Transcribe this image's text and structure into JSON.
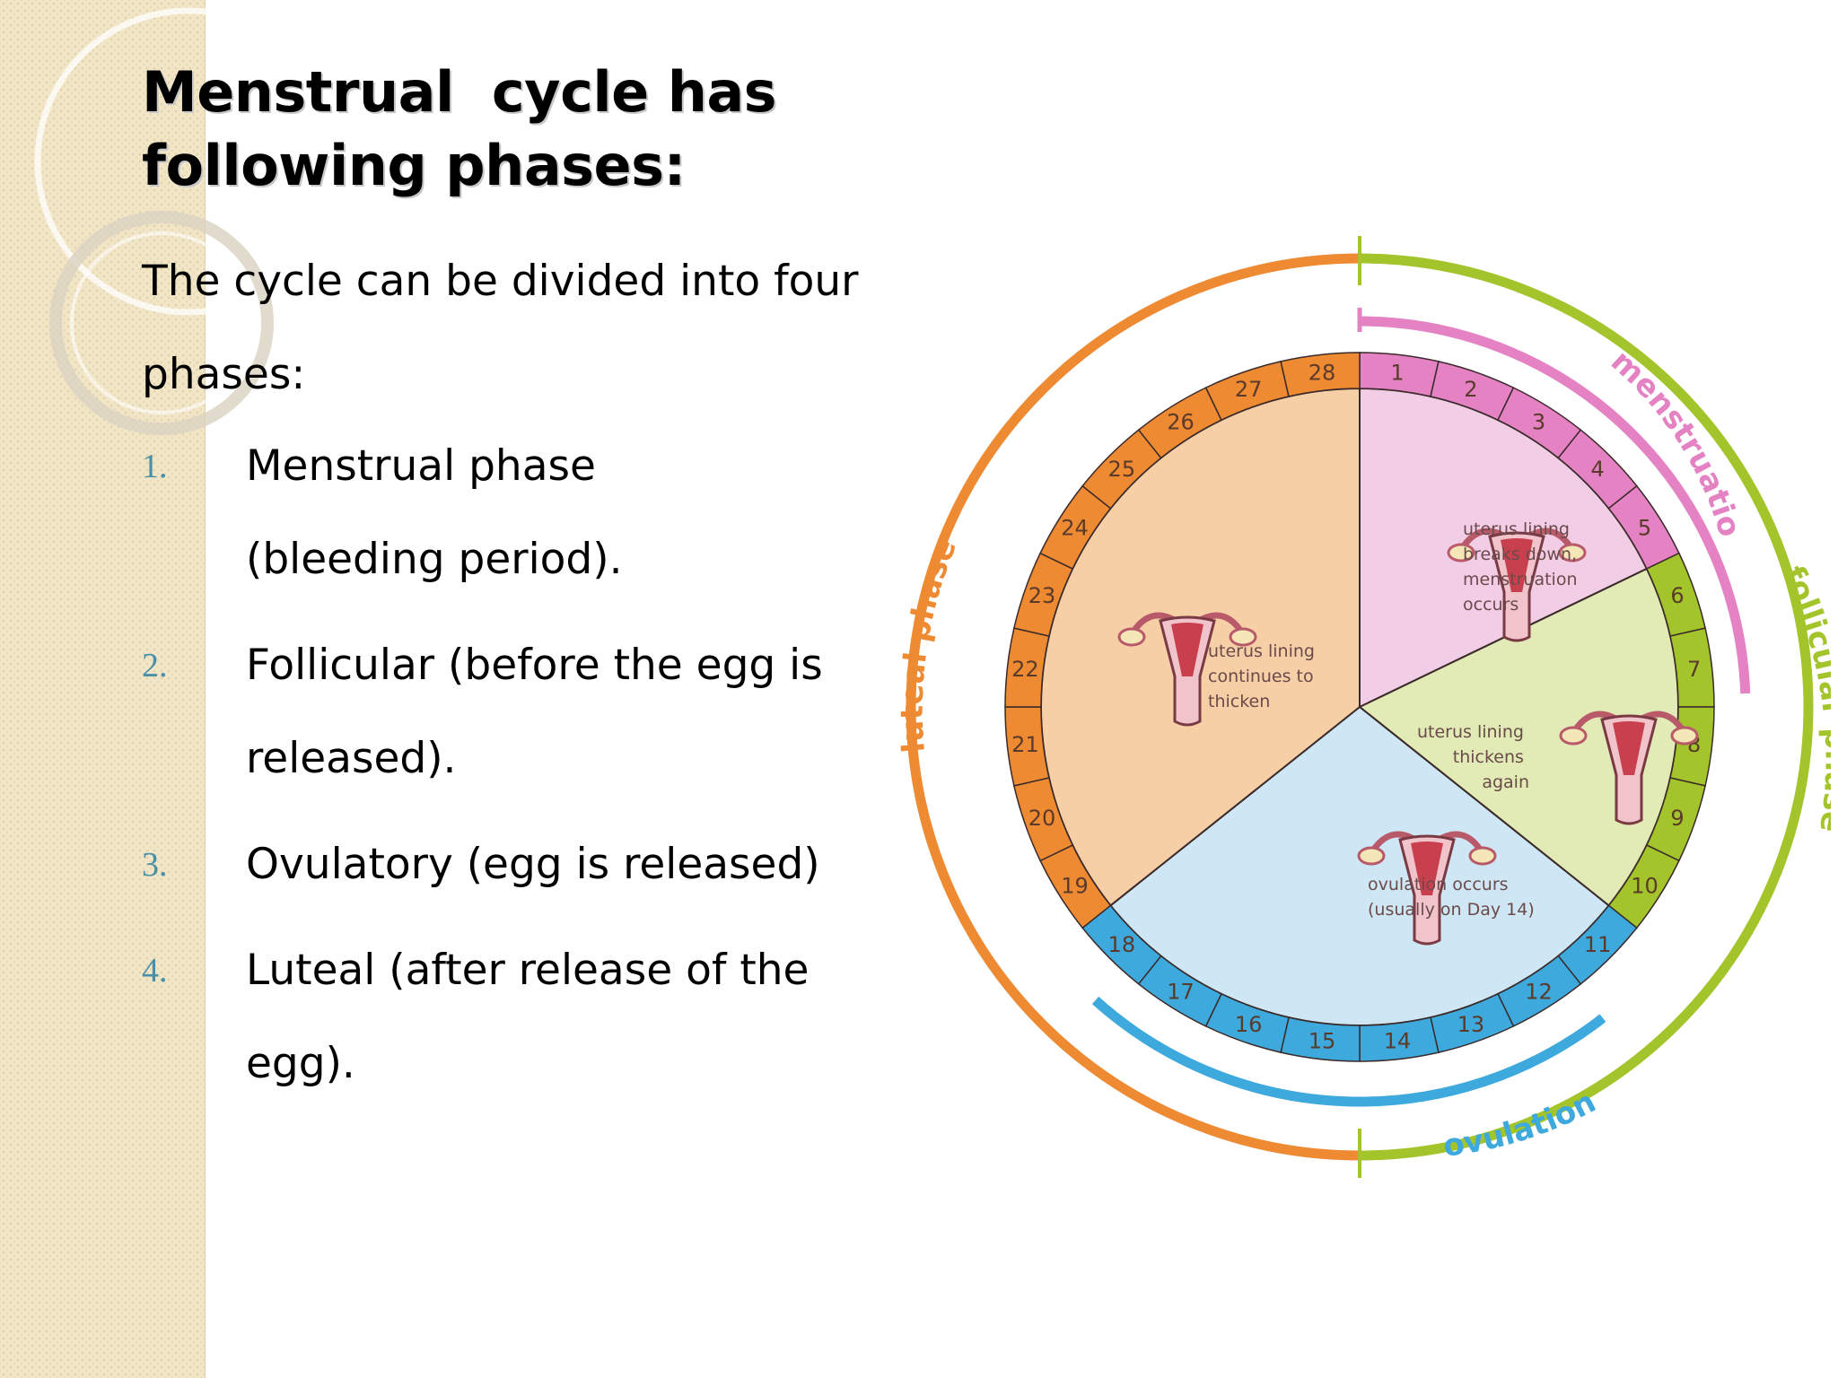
{
  "slide": {
    "title_lines": [
      "Menstrual  cycle has",
      "following phases:"
    ],
    "intro": "The cycle can be divided into four phases:",
    "phases": [
      {
        "num": "1.",
        "text": "Menstrual phase (bleeding period)."
      },
      {
        "num": "2.",
        "text": "Follicular (before the egg is released)."
      },
      {
        "num": "3.",
        "text": "Ovulatory (egg is released)"
      },
      {
        "num": "4.",
        "text": "Luteal (after release of the egg)."
      }
    ]
  },
  "diagram": {
    "days": [
      "1",
      "2",
      "3",
      "4",
      "5",
      "6",
      "7",
      "8",
      "9",
      "10",
      "11",
      "12",
      "13",
      "14",
      "15",
      "16",
      "17",
      "18",
      "19",
      "20",
      "21",
      "22",
      "23",
      "24",
      "25",
      "26",
      "27",
      "28"
    ],
    "outer_labels": {
      "luteal": "luteal phase",
      "follicular": "follicular phase",
      "menstruation": "menstruation",
      "ovulation": "ovulation"
    },
    "sector_texts": {
      "menstrual": [
        "uterus lining",
        "breaks down,",
        "menstruation",
        "occurs"
      ],
      "follicular": [
        "uterus lining",
        "thickens",
        "again"
      ],
      "ovulatory": [
        "ovulation occurs",
        "(usually on Day 14)"
      ],
      "luteal": [
        "uterus lining",
        "continues to",
        "thicken"
      ]
    },
    "colors": {
      "menstrual": "#f2cde6",
      "menstrual_ring": "#e482c4",
      "follicular": "#e2eab5",
      "follicular_ring": "#a3c42a",
      "ovulatory": "#cfe7f5",
      "ovulatory_ring": "#3ea9dc",
      "luteal": "#f7cfa7",
      "luteal_ring": "#ee8a32",
      "bullet": "#4a8fa6"
    }
  }
}
